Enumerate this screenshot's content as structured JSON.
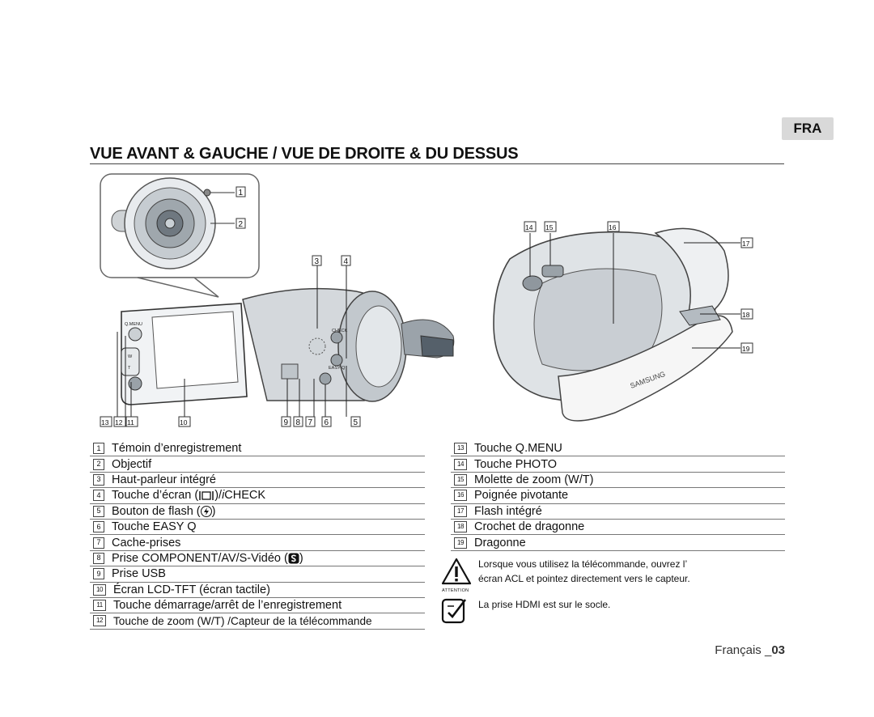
{
  "header": {
    "lang": "FRA",
    "title": "VUE AVANT & GAUCHE / VUE DE DROITE & DU DESSUS"
  },
  "figure": {
    "callouts": [
      "1",
      "2",
      "3",
      "4",
      "5",
      "6",
      "7",
      "8",
      "9",
      "10",
      "11",
      "12",
      "13",
      "14",
      "15",
      "16",
      "17",
      "18",
      "19"
    ],
    "labels": {
      "qmenu": "Q.MENU",
      "check": "CHECK",
      "w": "W",
      "t": "T",
      "brand": "SAMSUNG",
      "easyq": "EASY Q"
    }
  },
  "legend_left": [
    {
      "n": "1",
      "text": "Témoin d’enregistrement"
    },
    {
      "n": "2",
      "text": "Objectif"
    },
    {
      "n": "3",
      "text": "Haut-parleur intégré"
    },
    {
      "n": "4",
      "text_pre": "Touche d’écran (",
      "text_post": ")/",
      "italic": "i",
      "text_end": "CHECK"
    },
    {
      "n": "5",
      "text_pre": "Bouton de flash (",
      "text_post": ")"
    },
    {
      "n": "6",
      "text": "Touche EASY Q"
    },
    {
      "n": "7",
      "text": "Cache-prises"
    },
    {
      "n": "8",
      "text_pre": "Prise COMPONENT/AV/S-Vidéo (",
      "text_post": ")"
    },
    {
      "n": "9",
      "text": "Prise USB"
    },
    {
      "n": "10",
      "text": "Écran LCD-TFT (écran tactile)"
    },
    {
      "n": "11",
      "text": "Touche démarrage/arrêt de l’enregistrement"
    },
    {
      "n": "12",
      "text": "Touche de zoom (W/T) /Capteur de la télécommande"
    }
  ],
  "legend_right": [
    {
      "n": "13",
      "text": "Touche Q.MENU"
    },
    {
      "n": "14",
      "text": "Touche PHOTO"
    },
    {
      "n": "15",
      "text": "Molette de zoom (W/T)"
    },
    {
      "n": "16",
      "text": "Poignée pivotante"
    },
    {
      "n": "17",
      "text": "Flash intégré"
    },
    {
      "n": "18",
      "text": "Crochet de dragonne"
    },
    {
      "n": "19",
      "text": "Dragonne"
    }
  ],
  "notes": {
    "attention_label": "ATTENTION",
    "attention_line1": "Lorsque vous utilisez la télécommande, ouvrez l’",
    "attention_line2": "écran ACL et pointez directement vers le capteur.",
    "note_text": "La prise HDMI est sur le socle."
  },
  "footer": {
    "lang": "Français _",
    "page": "03"
  }
}
